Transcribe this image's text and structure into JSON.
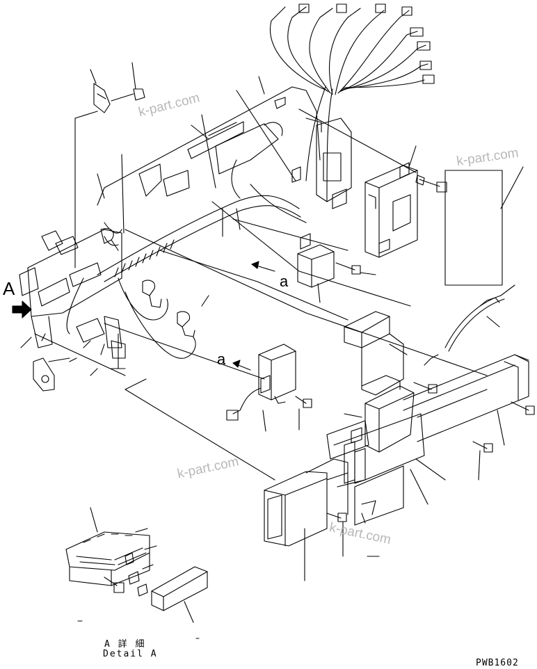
{
  "view_label": "A",
  "arrow_label_upper": "a",
  "arrow_label_lower": "a",
  "detail_caption_jp": "A 詳 細",
  "detail_caption_en": "Detail A",
  "drawing_code": "PWB1602",
  "watermarks": [
    "k-part.com",
    "k-part.com",
    "k-part.com",
    "k-part.com"
  ],
  "colors": {
    "line": "#000000",
    "watermark": "#b8b8b8",
    "background": "#ffffff"
  }
}
